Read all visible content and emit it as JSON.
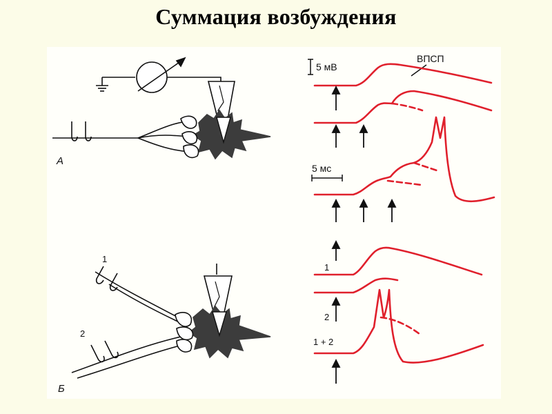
{
  "title": "Суммация возбуждения",
  "colors": {
    "trace": "#e0202c",
    "ink": "#111111",
    "neuron": "#3a3a3a",
    "background": "#fcfce8",
    "panel": "#fffffa"
  },
  "labels": {
    "panel_a": "А",
    "panel_b": "Б",
    "scale_voltage": "5 мВ",
    "scale_time": "5 мс",
    "epsp": "ВПСП",
    "input_1": "1",
    "input_2": "2",
    "trace_1": "1",
    "trace_2": "2",
    "trace_sum": "1 + 2"
  }
}
